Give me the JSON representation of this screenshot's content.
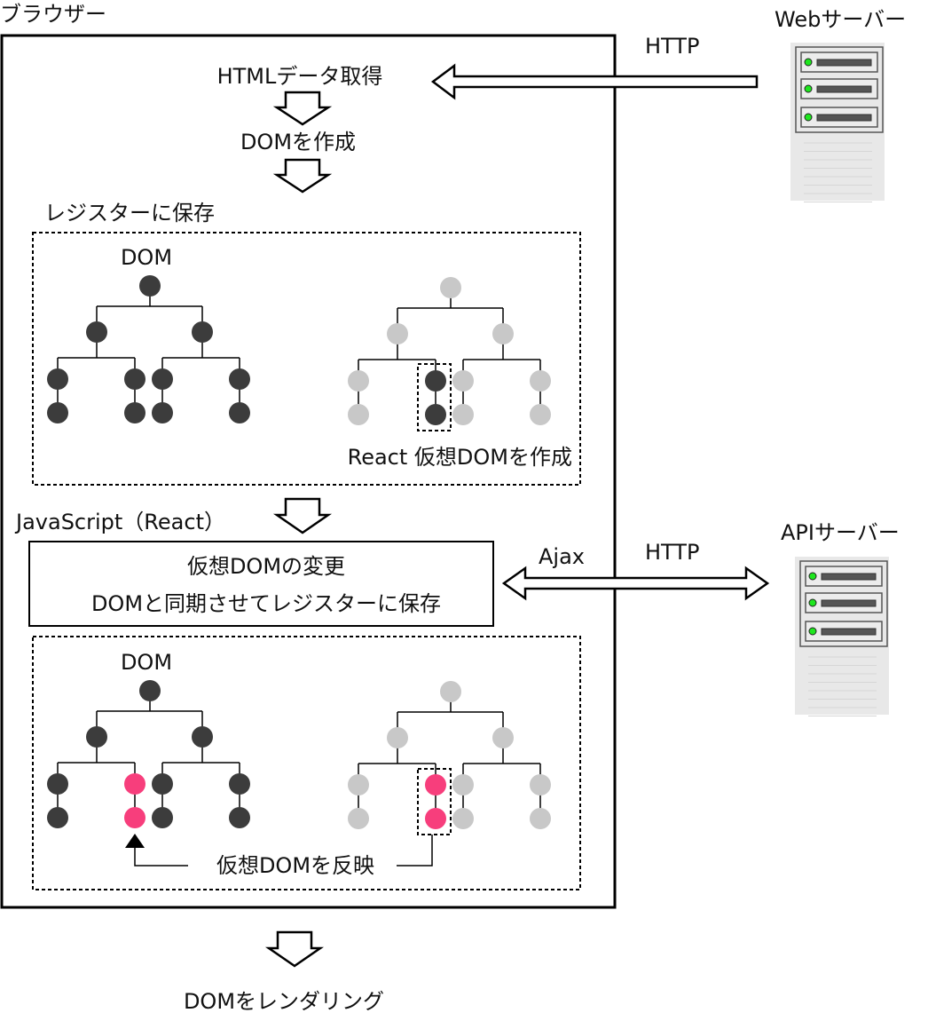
{
  "browser": {
    "title": "ブラウザー"
  },
  "web_server": {
    "label": "Webサーバー",
    "protocol": "HTTP"
  },
  "api_server": {
    "label": "APIサーバー",
    "protocol": "HTTP",
    "method": "Ajax"
  },
  "steps": {
    "fetch_html": "HTMLデータ取得",
    "create_dom": "DOMを作成",
    "save_register": "レジスターに保存",
    "js_react": "JavaScript（React）",
    "render": "DOMをレンダリング"
  },
  "register_box": {
    "dom_label": "DOM",
    "virtual_label": "React  仮想DOMを作成"
  },
  "js_box": {
    "line1": "仮想DOMの変更",
    "line2": "DOMと同期させてレジスターに保存"
  },
  "sync_box": {
    "dom_label": "DOM",
    "reflect_label": "仮想DOMを反映"
  },
  "colors": {
    "dark_node": "#3c3c3c",
    "light_node": "#c8c8c8",
    "changed_node": "#f73e7c",
    "led": "#1ee61e"
  }
}
